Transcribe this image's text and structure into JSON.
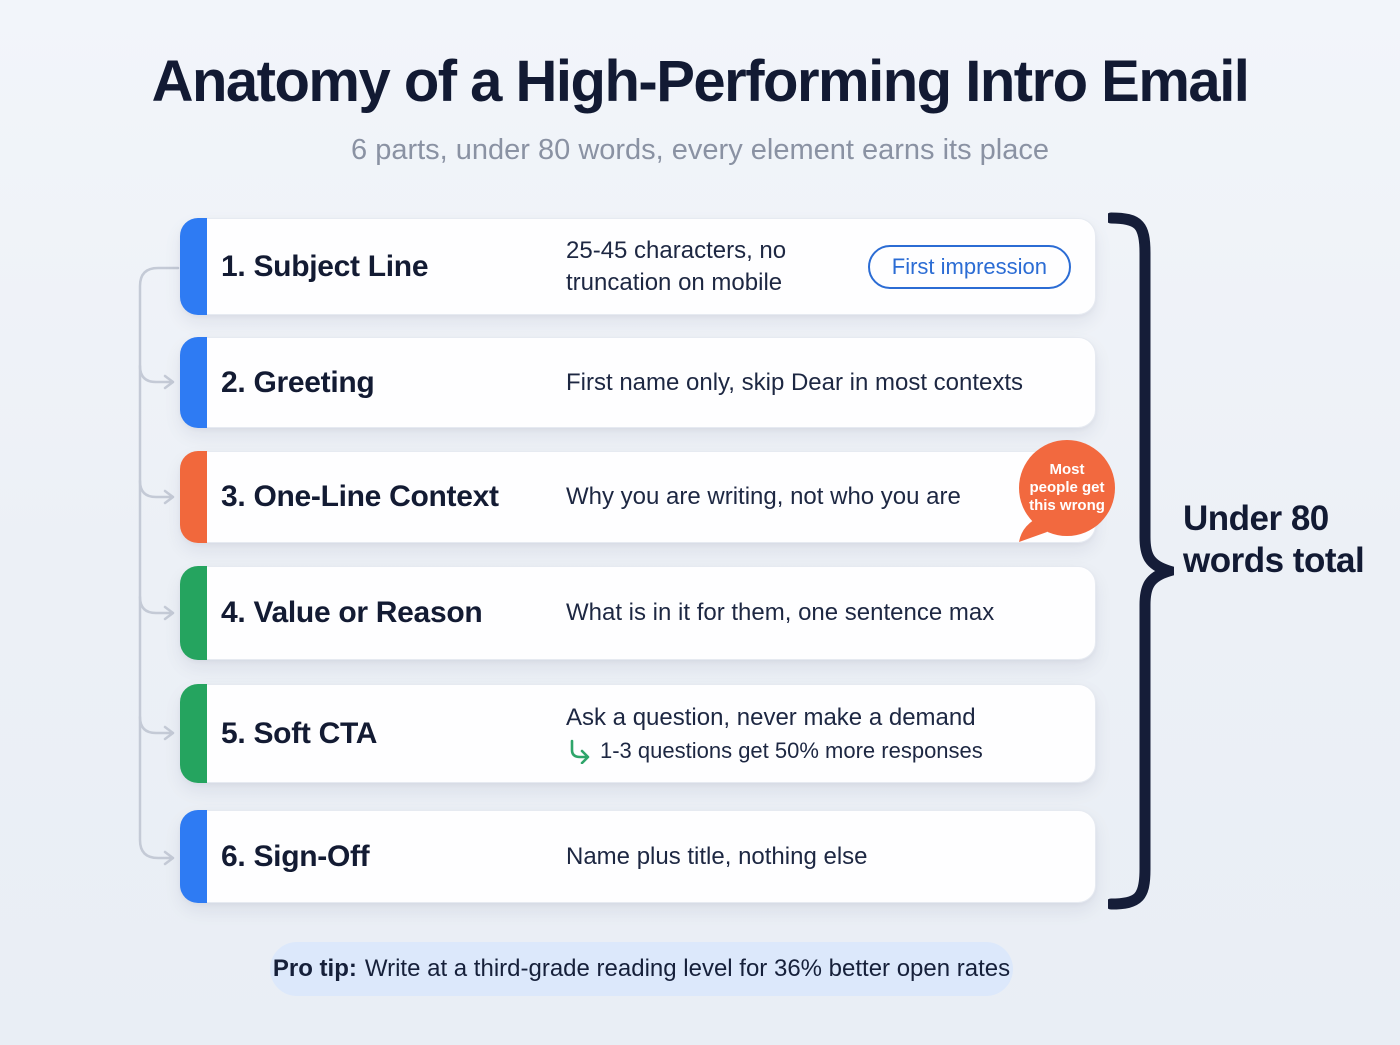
{
  "header": {
    "title": "Anatomy of a High-Performing Intro Email",
    "subtitle": "6 parts, under 80 words, every element earns its place"
  },
  "cards": [
    {
      "title": "1. Subject Line",
      "description": "25-45 characters, no truncation on mobile",
      "badge": "First impression",
      "accent": "blue"
    },
    {
      "title": "2. Greeting",
      "description": "First name only, skip Dear in most contexts",
      "accent": "blue"
    },
    {
      "title": "3. One-Line Context",
      "description": "Why you are writing, not who you are",
      "bubble": "Most people get this wrong",
      "accent": "orange"
    },
    {
      "title": "4. Value or Reason",
      "description": "What is in it for them, one sentence max",
      "accent": "green"
    },
    {
      "title": "5. Soft CTA",
      "description": "Ask a question, never make a demand",
      "sub_stat": "1-3 questions get 50% more responses",
      "accent": "green"
    },
    {
      "title": "6. Sign-Off",
      "description": "Name plus title, nothing else",
      "accent": "blue"
    }
  ],
  "bracket_label": "Under 80 words total",
  "pro_tip": {
    "label": "Pro tip:",
    "text": "Write at a third-grade reading level for 36% better open rates"
  },
  "colors": {
    "blue": "#2E7BF3",
    "orange": "#F1683C",
    "green": "#25A45F",
    "navy": "#151D38",
    "badge_blue": "#2B6CD4",
    "bubble_orange": "#F2693F",
    "stat_green": "#2EA56A",
    "connector_gray": "#C4CAD6",
    "protip_bg": "#DCE8FB"
  }
}
